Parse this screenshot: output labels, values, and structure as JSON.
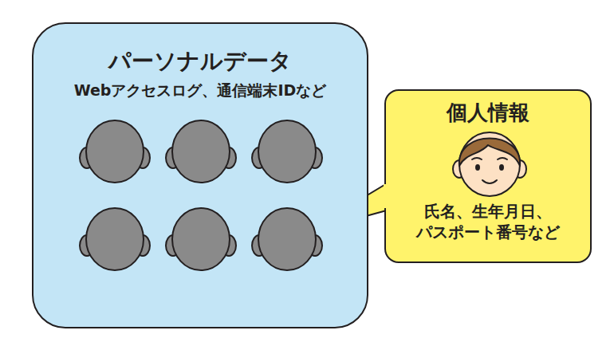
{
  "diagram": {
    "nodes": [
      {
        "text": [
          "パーソナルデータ",
          "Webアクセスログ、通信端末IDなど"
        ]
      },
      {
        "text": [
          "個人情報",
          "氏名、生年月日、 パスポート番号など"
        ]
      }
    ]
  }
}
